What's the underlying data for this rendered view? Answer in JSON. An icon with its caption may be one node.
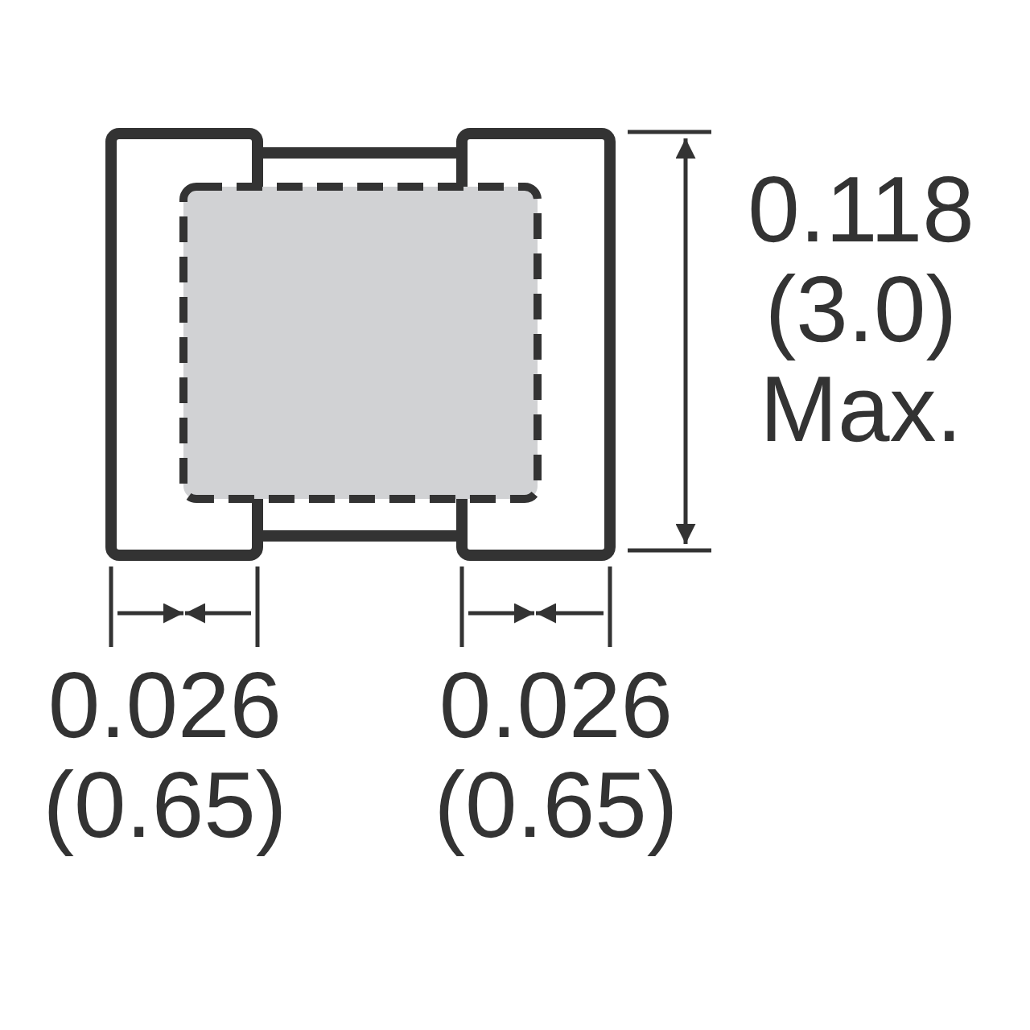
{
  "diagram": {
    "labels": [
      "0.118 (3.0) Max.",
      "0.026 (0.65)",
      "0.026 (0.65)"
    ]
  }
}
